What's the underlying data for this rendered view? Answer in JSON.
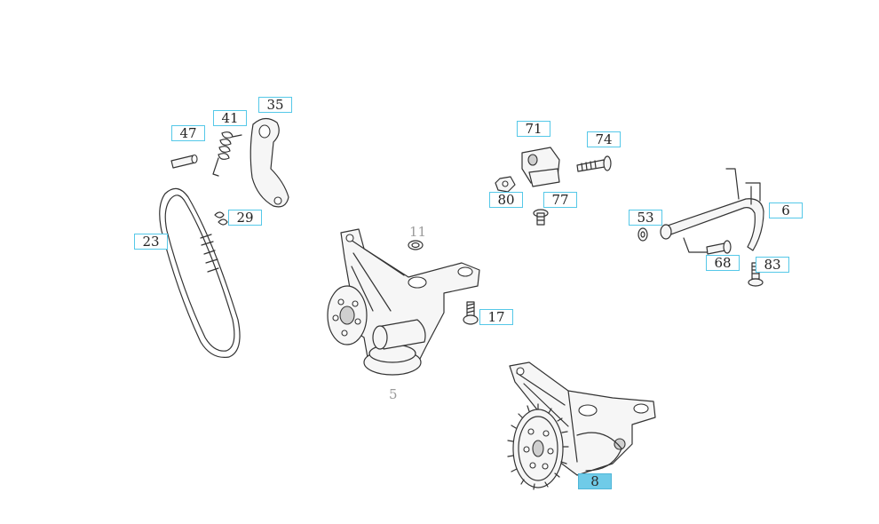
{
  "colors": {
    "callout_border": "#55c8e8",
    "selected_fill": "#6fcbe8",
    "plain_label": "#9a9a9a"
  },
  "callouts": {
    "p47": "47",
    "p41": "41",
    "p35": "35",
    "p29": "29",
    "p23": "23",
    "p71": "71",
    "p74": "74",
    "p80": "80",
    "p77": "77",
    "p53": "53",
    "p6": "6",
    "p68": "68",
    "p83": "83",
    "p17": "17",
    "p8": "8"
  },
  "plain_labels": {
    "p11": "11",
    "p5": "5"
  },
  "selected_part": "8"
}
